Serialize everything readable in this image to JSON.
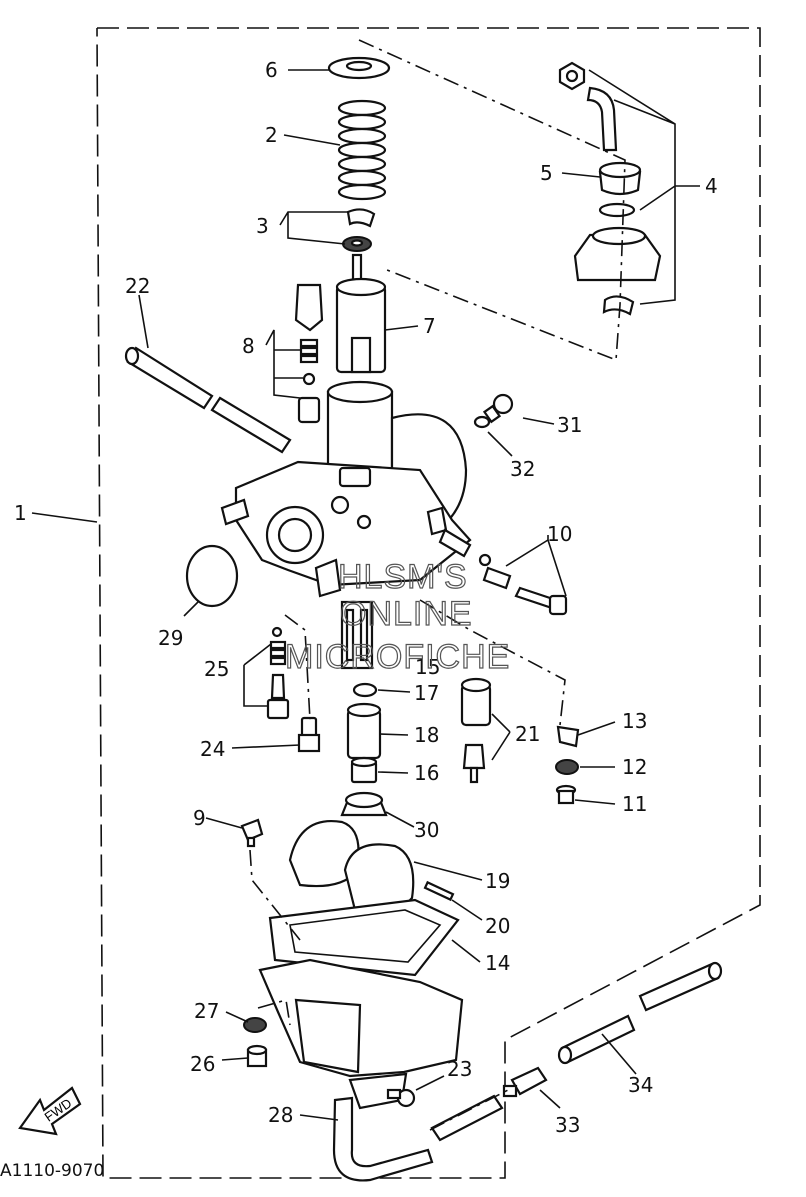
{
  "callouts": {
    "c1": "1",
    "c2": "2",
    "c3": "3",
    "c4": "4",
    "c5": "5",
    "c6": "6",
    "c7": "7",
    "c8": "8",
    "c9": "9",
    "c10": "10",
    "c11": "11",
    "c12": "12",
    "c13": "13",
    "c14": "14",
    "c15": "15",
    "c16": "16",
    "c17": "17",
    "c18": "18",
    "c19": "19",
    "c20": "20",
    "c21": "21",
    "c22": "22",
    "c23": "23",
    "c24": "24",
    "c25": "25",
    "c26": "26",
    "c27": "27",
    "c28": "28",
    "c29": "29",
    "c30": "30",
    "c31": "31",
    "c32": "32",
    "c33": "33",
    "c34": "34"
  },
  "watermark": {
    "line1": "HLSM'S",
    "line2": "ONLINE",
    "line3": "MICROFICHE"
  },
  "fwd_label": "FWD",
  "figure_code": "A1110-9070"
}
